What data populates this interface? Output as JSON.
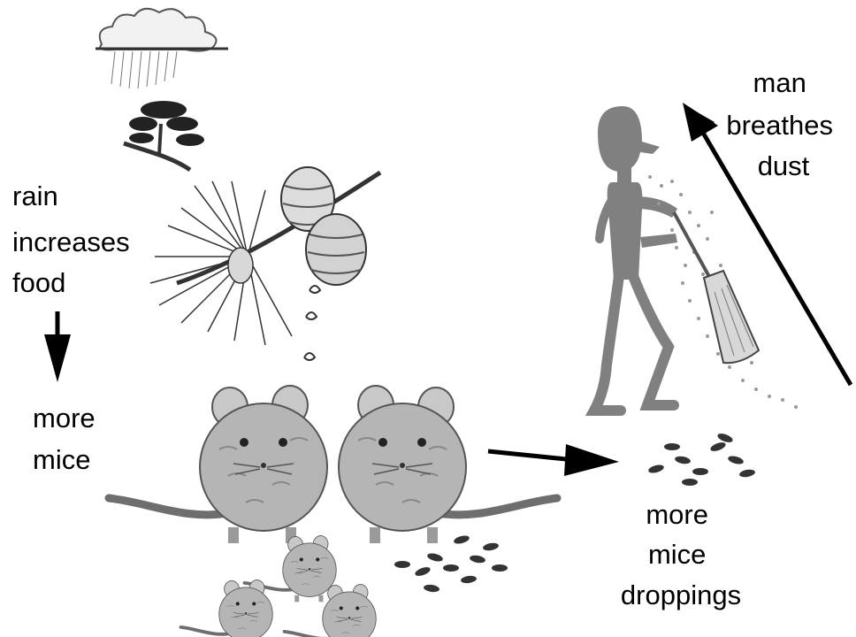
{
  "labels": {
    "rain_increases_food": [
      "rain",
      "increases",
      "food"
    ],
    "more_mice": [
      "more",
      "mice"
    ],
    "more_mice_droppings": [
      "more",
      "mice",
      "droppings"
    ],
    "man_breathes_dust": [
      "man",
      "breathes",
      "dust"
    ]
  },
  "colors": {
    "text": "#000000",
    "man": "#808080",
    "mouse_body": "#b5b5b5",
    "line": "#222222"
  },
  "icons": [
    "rain-cloud-icon",
    "tree-icon",
    "pine-branch-icon",
    "mouse-icon",
    "droppings-icon",
    "man-sweeping-icon",
    "broom-icon"
  ]
}
